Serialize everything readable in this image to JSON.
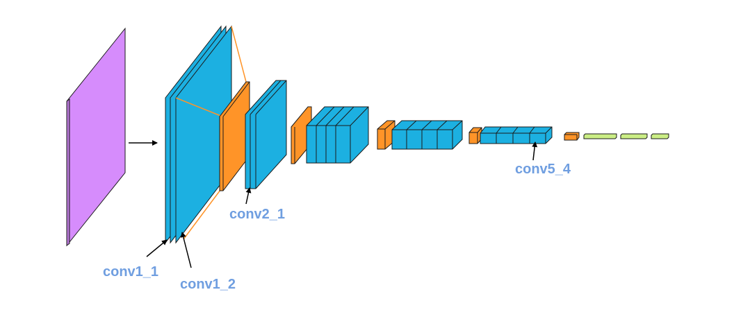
{
  "colors": {
    "input": "#d68cfc",
    "conv": "#1cb0e1",
    "pool": "#ff9428",
    "fc": "#cbee85",
    "edge": "#1a1a1a",
    "label": "#6f9ee0",
    "arrow": "#000000"
  },
  "labels": {
    "conv1_1": "conv1_1",
    "conv1_2": "conv1_2",
    "conv2_1": "conv2_1",
    "conv5_4": "conv5_4"
  }
}
